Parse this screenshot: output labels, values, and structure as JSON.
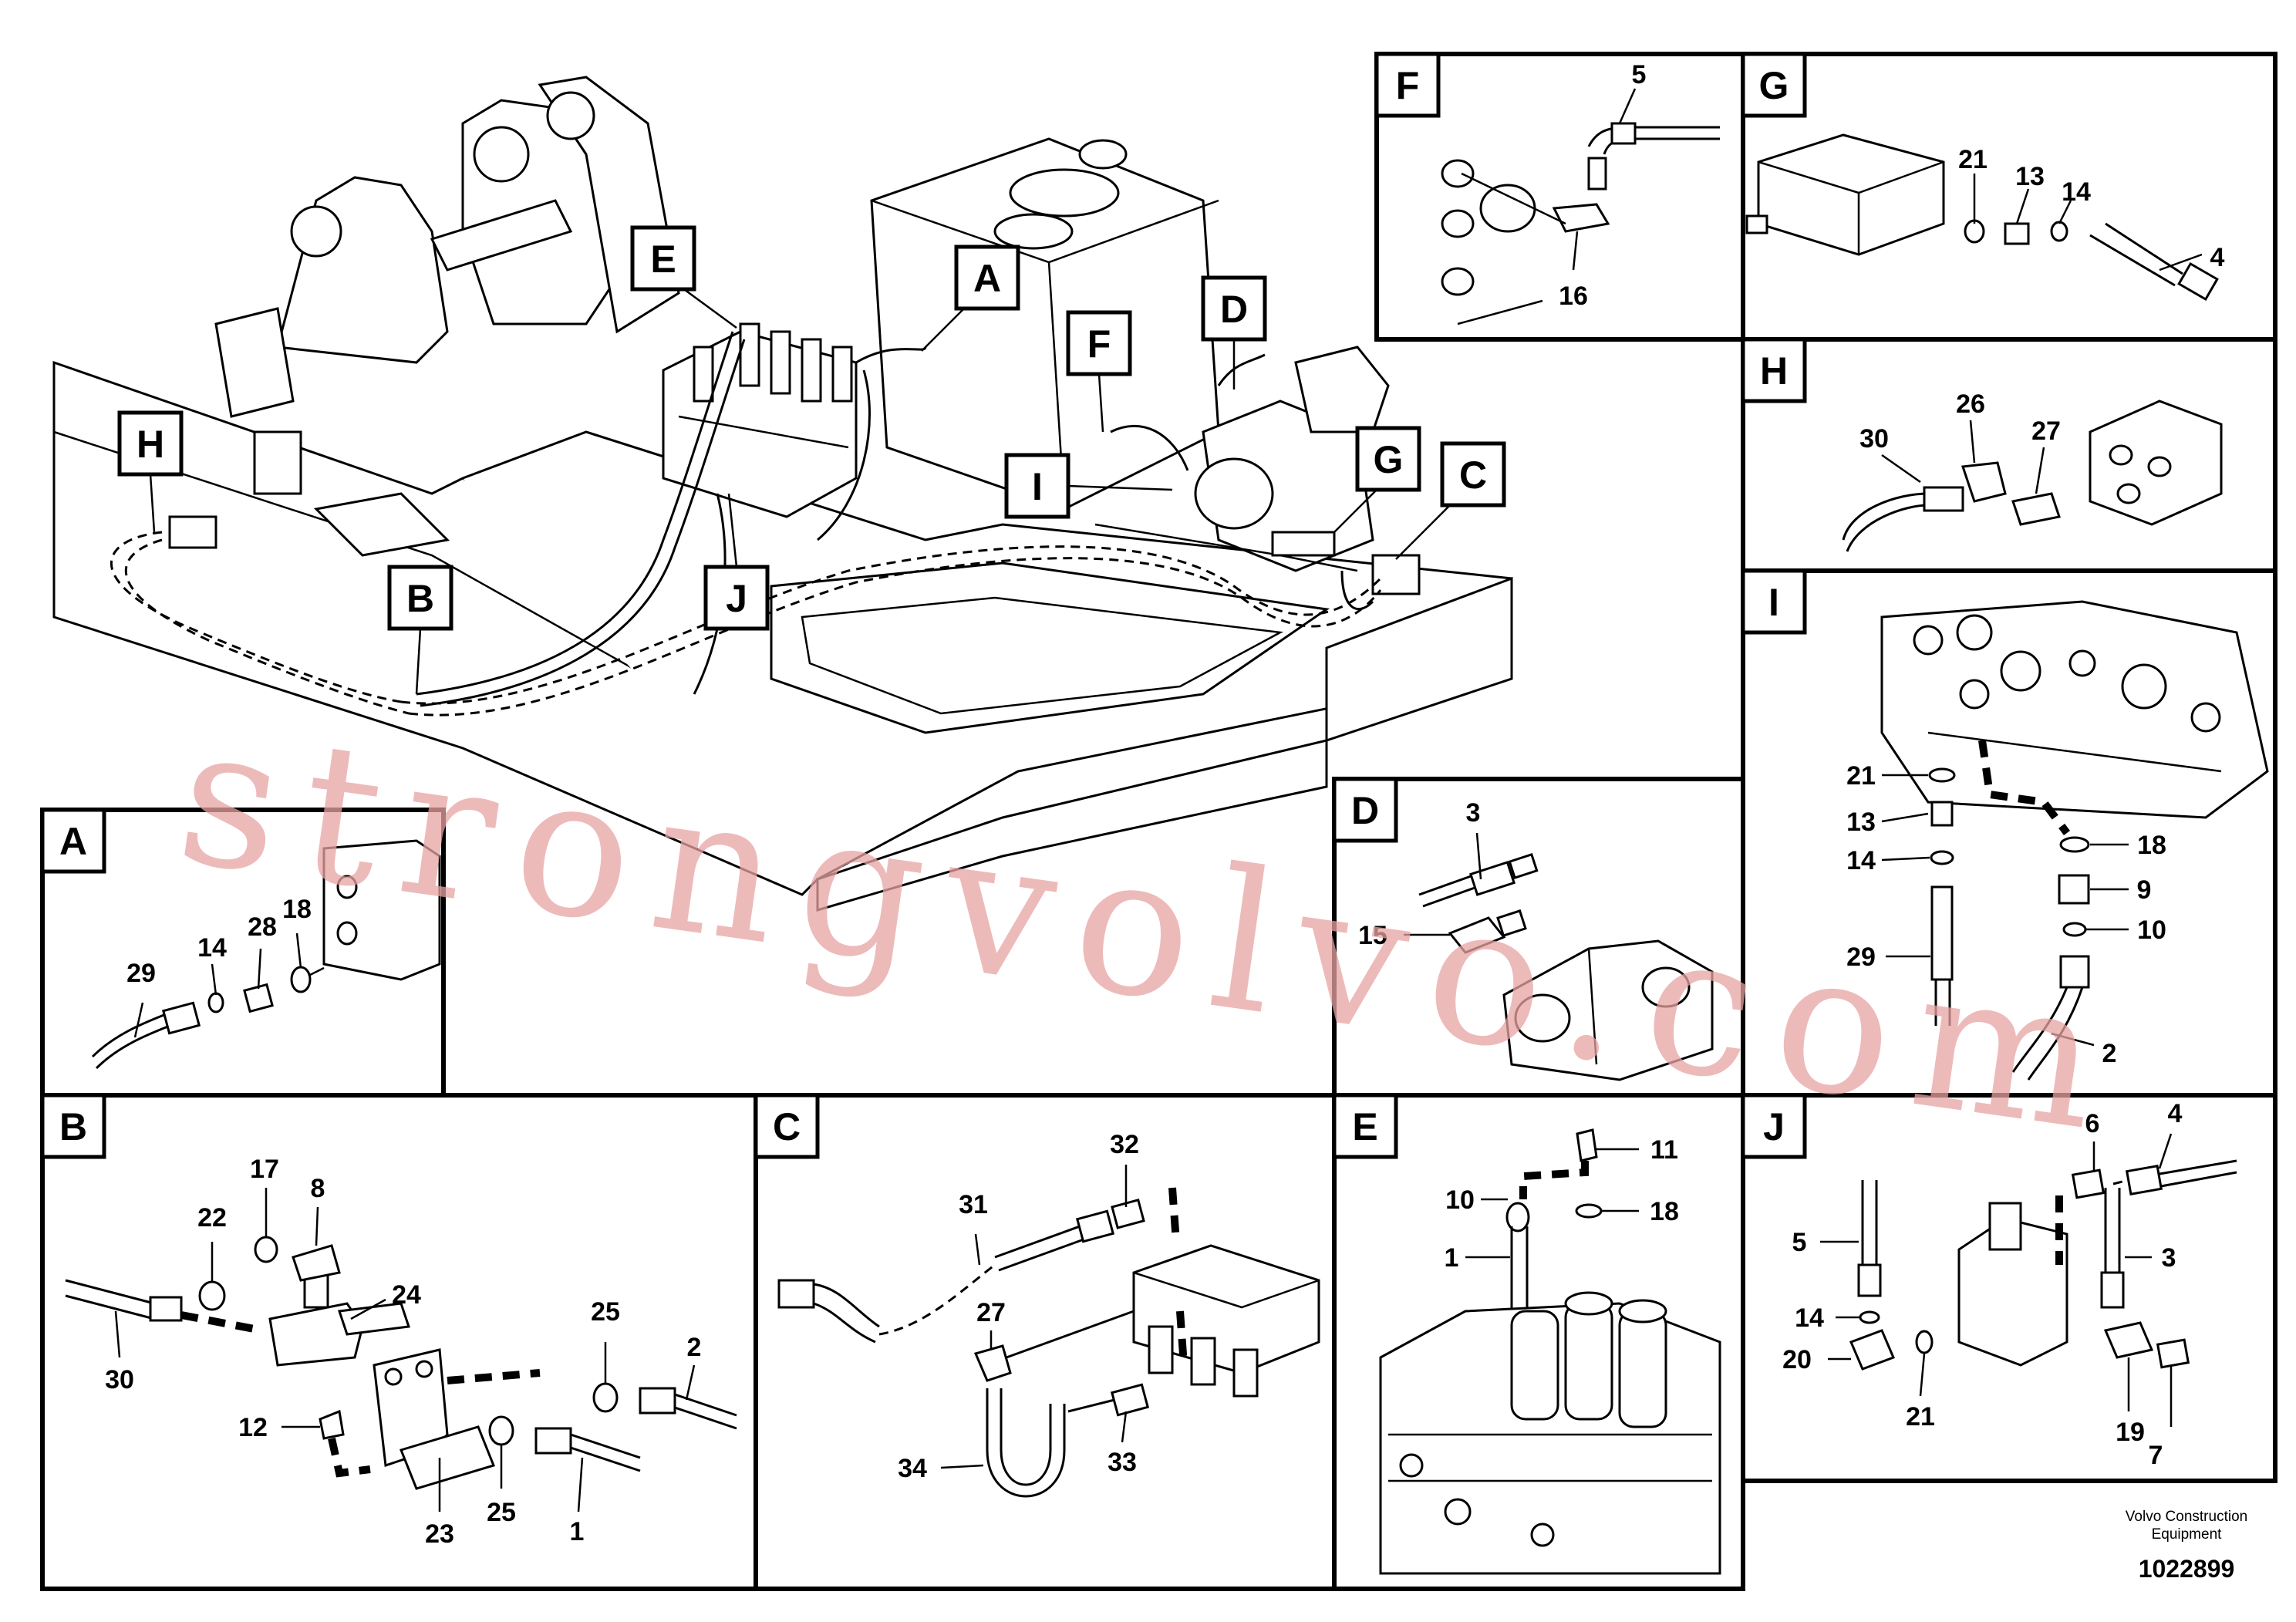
{
  "main_view": {
    "callouts": [
      "A",
      "B",
      "C",
      "D",
      "E",
      "F",
      "G",
      "H",
      "I",
      "J"
    ]
  },
  "detail_views": {
    "F": {
      "title": "F",
      "parts": [
        "5",
        "16"
      ]
    },
    "G": {
      "title": "G",
      "parts": [
        "21",
        "13",
        "14",
        "4"
      ]
    },
    "H": {
      "title": "H",
      "parts": [
        "30",
        "26",
        "27"
      ]
    },
    "I": {
      "title": "I",
      "parts": [
        "21",
        "13",
        "14",
        "29",
        "18",
        "9",
        "10",
        "2"
      ]
    },
    "A": {
      "title": "A",
      "parts": [
        "29",
        "14",
        "28",
        "18"
      ]
    },
    "D": {
      "title": "D",
      "parts": [
        "3",
        "15"
      ]
    },
    "B": {
      "title": "B",
      "parts": [
        "17",
        "8",
        "22",
        "24",
        "30",
        "25",
        "2",
        "12",
        "23",
        "25",
        "1"
      ]
    },
    "C": {
      "title": "C",
      "parts": [
        "32",
        "31",
        "27",
        "34",
        "33"
      ]
    },
    "E": {
      "title": "E",
      "parts": [
        "11",
        "10",
        "18",
        "1"
      ]
    },
    "J": {
      "title": "J",
      "parts": [
        "6",
        "4",
        "5",
        "3",
        "14",
        "20",
        "21",
        "19",
        "7"
      ]
    }
  },
  "footer": {
    "company_line1": "Volvo Construction",
    "company_line2": "Equipment",
    "drawing_number": "1022899"
  },
  "watermark": {
    "text": "strongvolvo.com"
  }
}
